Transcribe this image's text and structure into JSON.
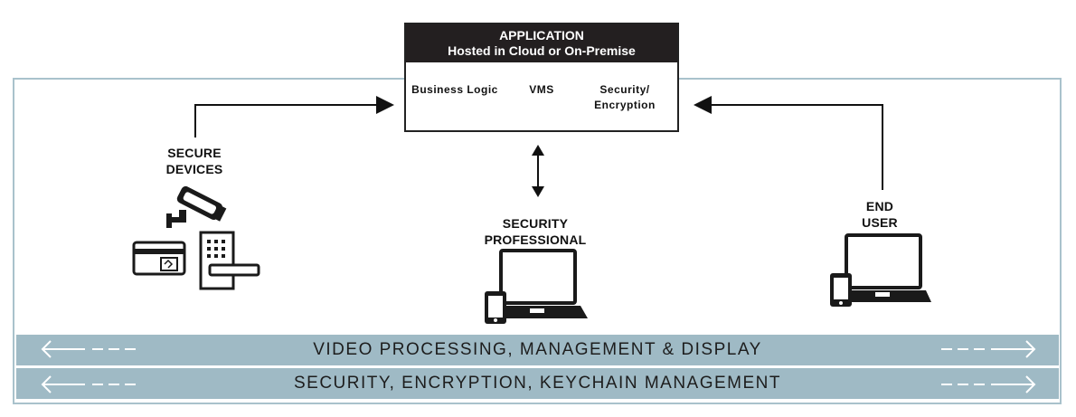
{
  "application": {
    "title": "APPLICATION",
    "subtitle": "Hosted in Cloud or On-Premise",
    "components": [
      "Business Logic",
      "VMS",
      "Security/ Encryption"
    ]
  },
  "actors": {
    "secure_devices": "SECURE DEVICES",
    "security_professional": "SECURITY PROFESSIONAL",
    "end_user": "END USER"
  },
  "bands": {
    "video": "VIDEO PROCESSING, MANAGEMENT & DISPLAY",
    "security": "SECURITY, ENCRYPTION, KEYCHAIN MANAGEMENT"
  },
  "colors": {
    "band": "#9fbac5",
    "frame": "#a9c2cc",
    "header": "#231f20"
  },
  "icons": [
    "security-camera-icon",
    "access-card-icon",
    "door-lock-keypad-icon",
    "laptop-icon",
    "smartphone-icon"
  ]
}
